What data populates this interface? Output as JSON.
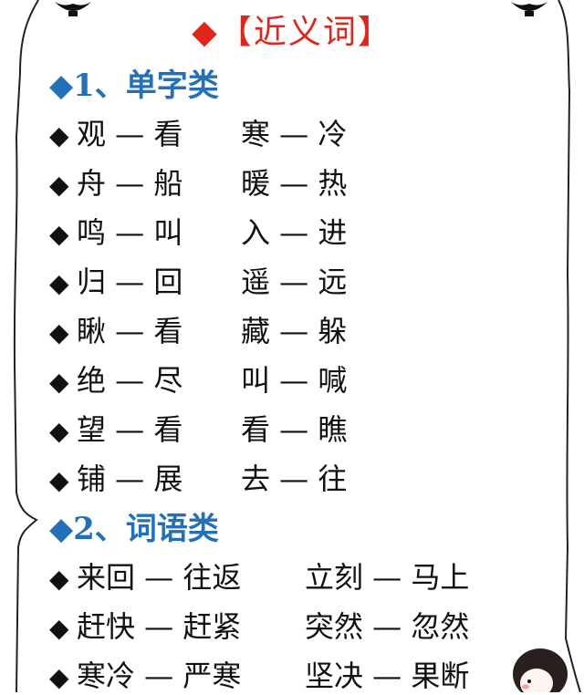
{
  "title": "◆【近义词】",
  "sections": [
    {
      "heading": "◆1、单字类",
      "rows": [
        [
          "观 — 看",
          "寒 — 冷"
        ],
        [
          "舟 — 船",
          "暖 — 热"
        ],
        [
          "鸣 — 叫",
          "入 — 进"
        ],
        [
          "归 — 回",
          "遥 — 远"
        ],
        [
          "瞅 — 看",
          "藏 — 躲"
        ],
        [
          "绝 — 尽",
          "叫 — 喊"
        ],
        [
          "望 — 看",
          "看 — 瞧"
        ],
        [
          "铺 — 展",
          "去 — 往"
        ]
      ]
    },
    {
      "heading": "◆2、词语类",
      "rows": [
        [
          "来回 — 往返",
          "立刻 — 马上"
        ],
        [
          "赶快 — 赶紧",
          "突然 — 忽然"
        ],
        [
          "寒冷 — 严寒",
          "坚决 — 果断"
        ]
      ]
    }
  ],
  "bullet": "◆",
  "colors": {
    "title": "#e1251b",
    "heading": "#2271b8",
    "text": "#111111"
  }
}
